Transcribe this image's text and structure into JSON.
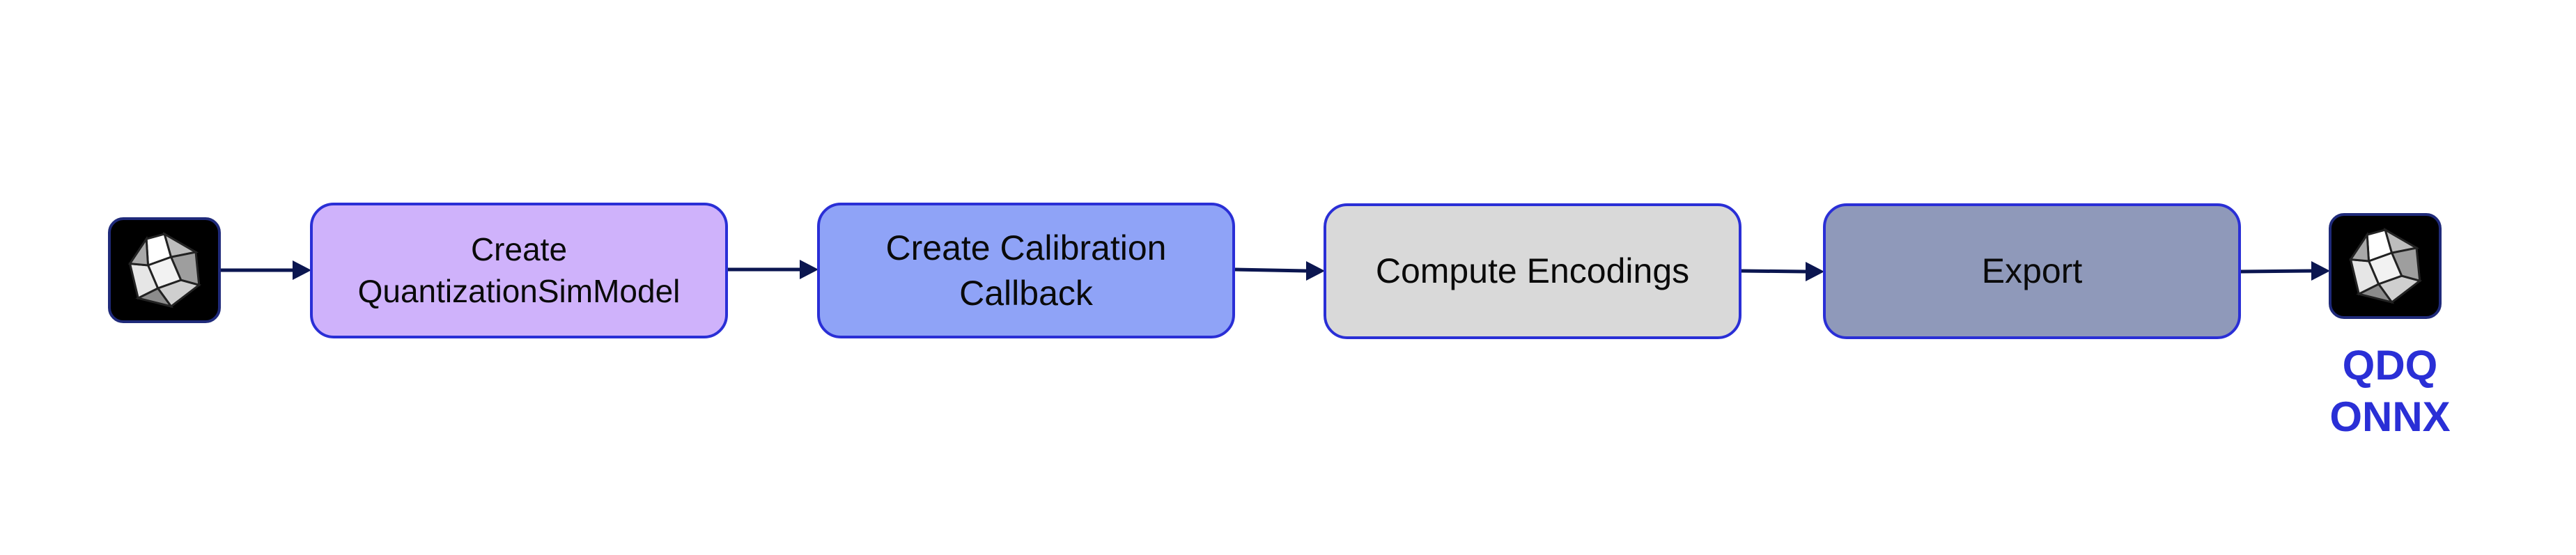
{
  "diagram": {
    "steps": [
      {
        "id": "create-sim",
        "label": "Create QuantizationSimModel",
        "fill": "#cfb2fb"
      },
      {
        "id": "create-callback",
        "label": "Create Calibration Callback",
        "fill": "#8fa3f7"
      },
      {
        "id": "compute-encodings",
        "label": "Compute Encodings",
        "fill": "#d9d9d9"
      },
      {
        "id": "export",
        "label": "Export",
        "fill": "#8f99ba"
      }
    ],
    "output": {
      "line1": "QDQ",
      "line2": "ONNX"
    },
    "icons": {
      "input": "onnx-model-icon",
      "output": "onnx-model-icon"
    },
    "colors": {
      "border": "#2a2fd6",
      "arrow": "#0b1650",
      "label_accent": "#2a2fd6"
    }
  }
}
